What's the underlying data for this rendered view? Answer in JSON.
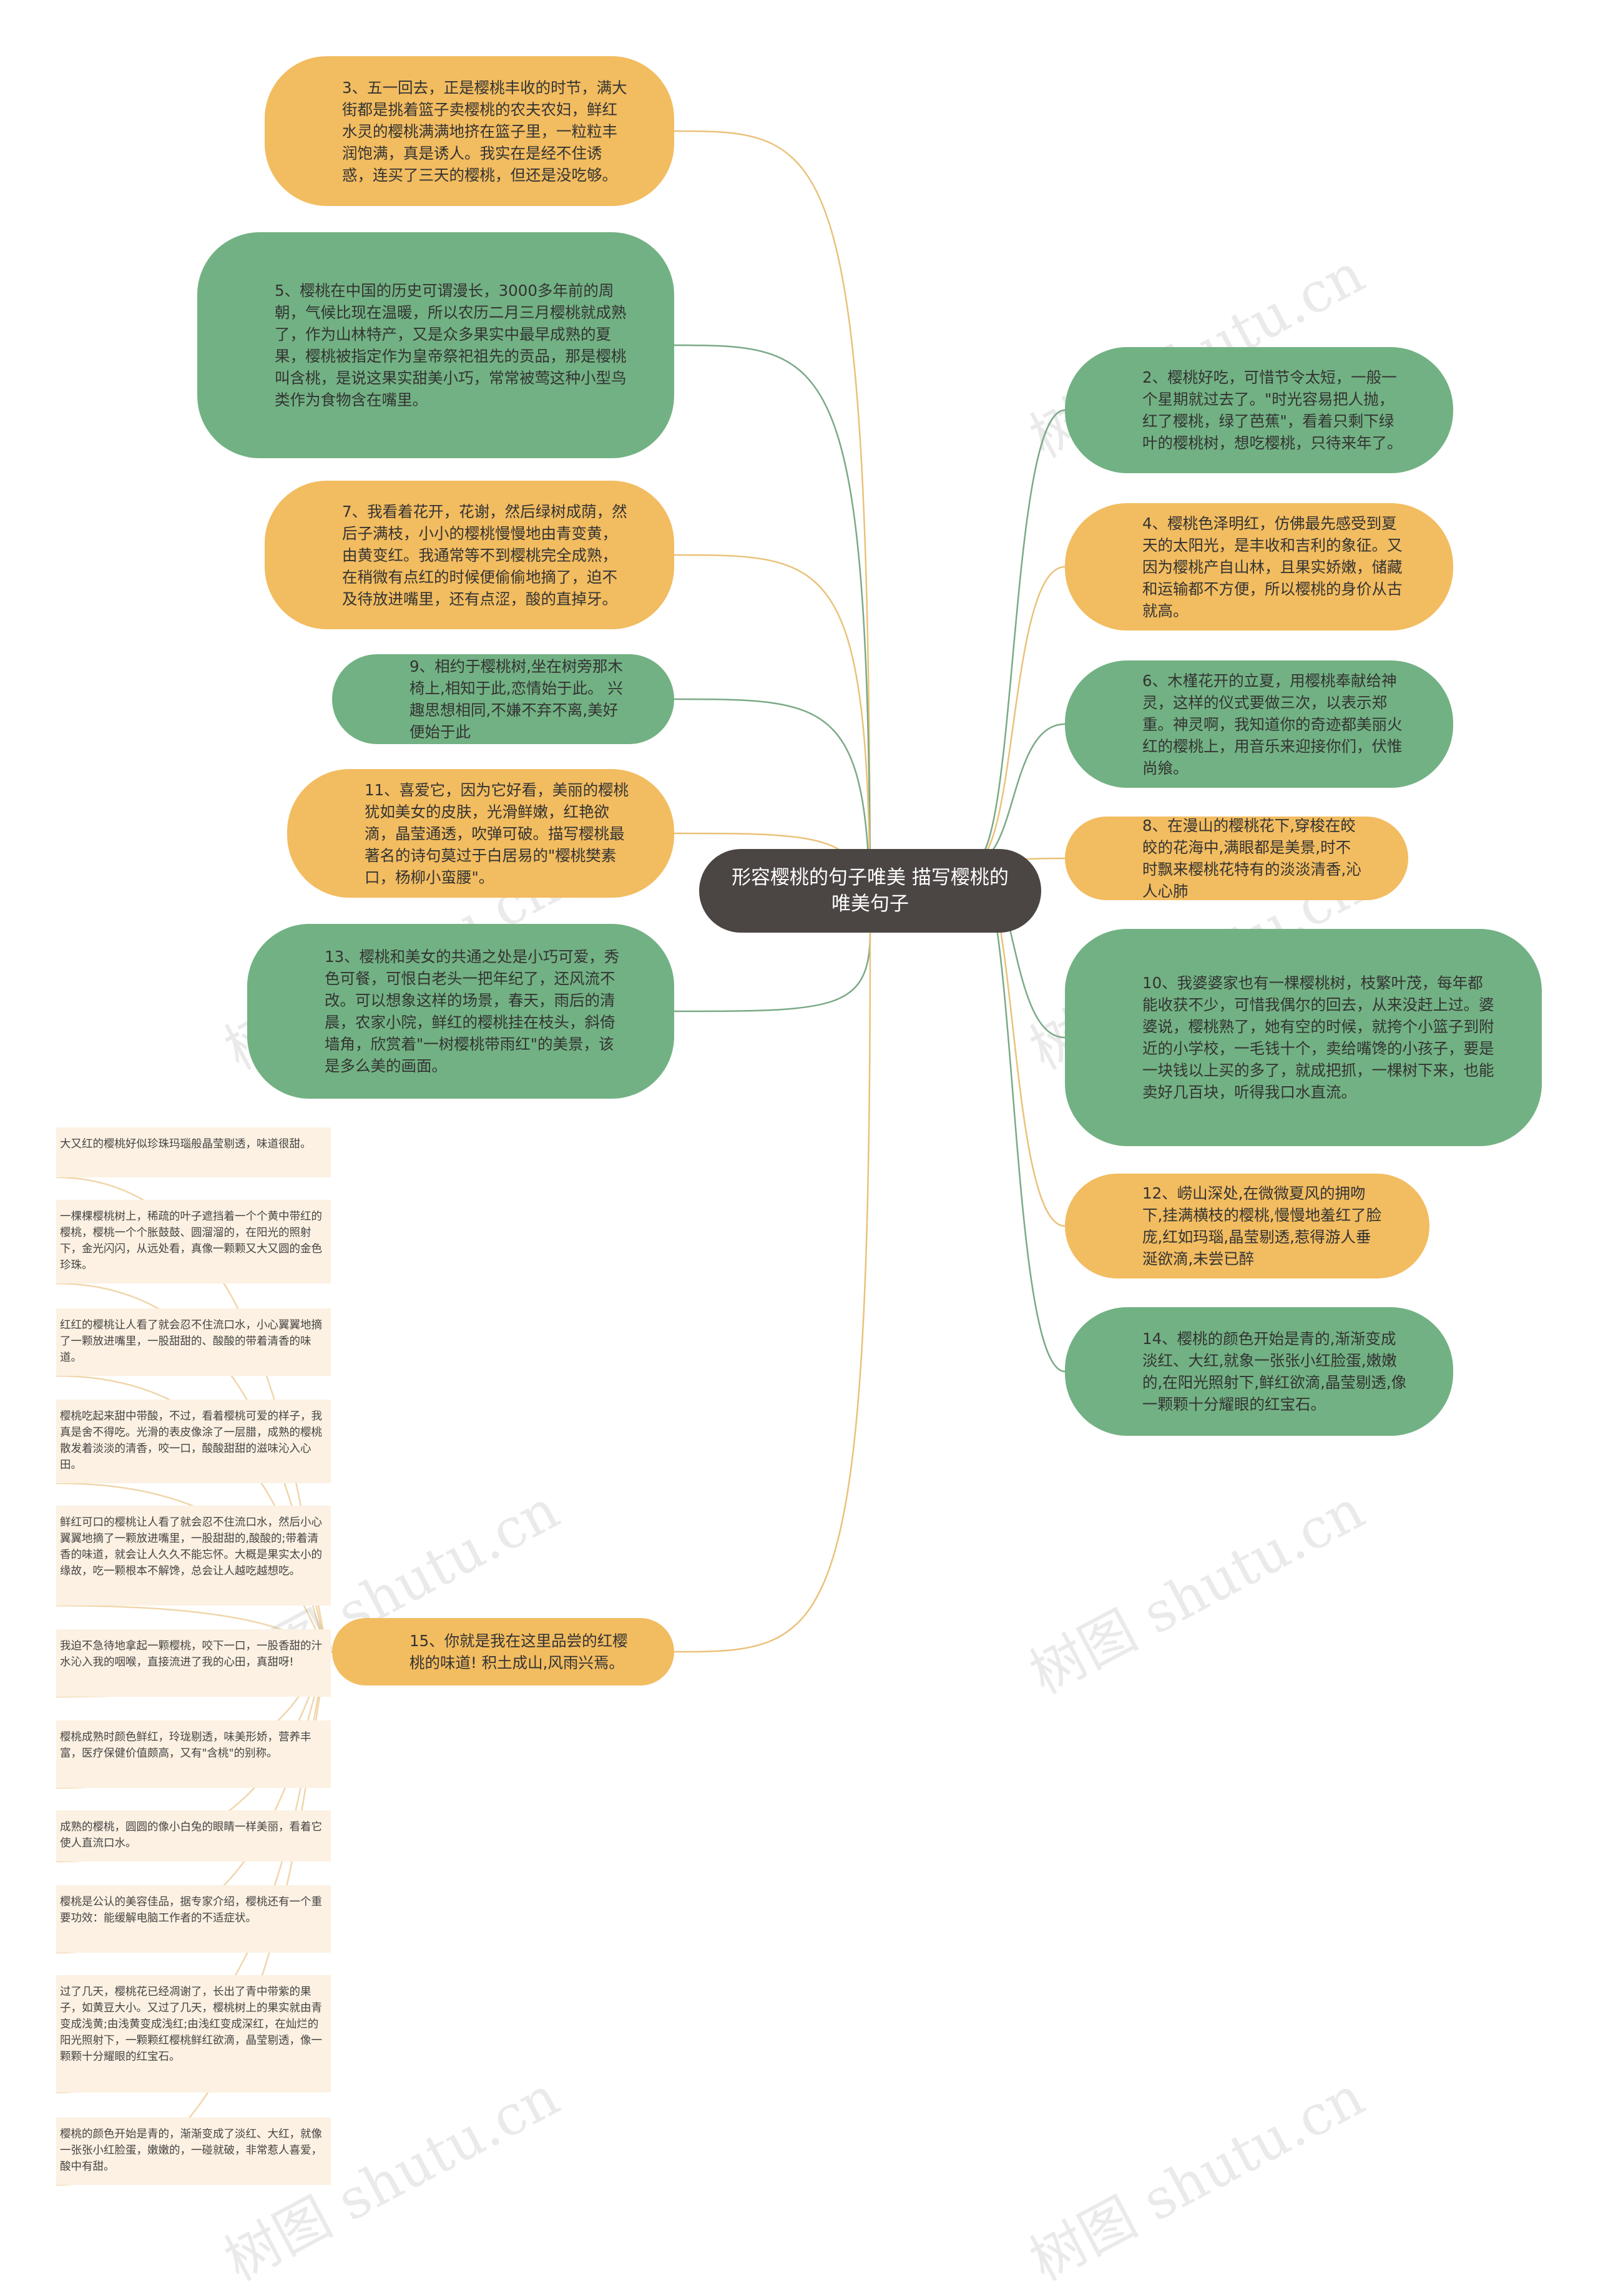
{
  "center": {
    "title": "形容樱桃的句子唯美  描写樱桃的唯美句子"
  },
  "left_nodes": [
    {
      "id": "n3",
      "text": "3、五一回去，正是樱桃丰收的时节，满大街都是挑着篮子卖樱桃的农夫农妇，鲜红水灵的樱桃满满地挤在篮子里，一粒粒丰润饱满，真是诱人。我实在是经不住诱惑，连买了三天的樱桃，但还是没吃够。",
      "color": "orange"
    },
    {
      "id": "n5",
      "text": "5、樱桃在中国的历史可谓漫长，3000多年前的周朝，气候比现在温暖，所以农历二月三月樱桃就成熟了，作为山林特产，又是众多果实中最早成熟的夏果，樱桃被指定作为皇帝祭祀祖先的贡品，那是樱桃叫含桃，是说这果实甜美小巧，常常被莺这种小型鸟类作为食物含在嘴里。",
      "color": "green"
    },
    {
      "id": "n7",
      "text": "7、我看着花开，花谢，然后绿树成荫，然后子满枝，小小的樱桃慢慢地由青变黄，由黄变红。我通常等不到樱桃完全成熟，在稍微有点红的时候便偷偷地摘了，迫不及待放进嘴里，还有点涩，酸的直掉牙。",
      "color": "orange"
    },
    {
      "id": "n9",
      "text": "9、相约于樱桃树,坐在树旁那木椅上,相知于此,恋情始于此。 兴趣思想相同,不嫌不弃不离,美好便始于此",
      "color": "green"
    },
    {
      "id": "n11",
      "text": "11、喜爱它，因为它好看，美丽的樱桃犹如美女的皮肤，光滑鲜嫩，红艳欲滴，晶莹通透，吹弹可破。描写樱桃最著名的诗句莫过于白居易的\"樱桃樊素口，杨柳小蛮腰\"。",
      "color": "orange"
    },
    {
      "id": "n13",
      "text": "13、樱桃和美女的共通之处是小巧可爱，秀色可餐，可恨白老头一把年纪了，还风流不改。可以想象这样的场景，春天，雨后的清晨，农家小院，鲜红的樱桃挂在枝头，斜倚墙角，欣赏着\"一树樱桃带雨红\"的美景，该是多么美的画面。",
      "color": "green"
    },
    {
      "id": "n15",
      "text": "15、你就是我在这里品尝的红樱桃的味道! 积土成山,风雨兴焉。",
      "color": "orange"
    }
  ],
  "right_nodes": [
    {
      "id": "n2",
      "text": "2、樱桃好吃，可惜节令太短，一般一个星期就过去了。\"时光容易把人抛，红了樱桃，绿了芭蕉\"，看着只剩下绿叶的樱桃树，想吃樱桃，只待来年了。",
      "color": "green"
    },
    {
      "id": "n4",
      "text": "4、樱桃色泽明红，仿佛最先感受到夏天的太阳光，是丰收和吉利的象征。又因为樱桃产自山林，且果实娇嫩，储藏和运输都不方便，所以樱桃的身价从古就高。",
      "color": "orange"
    },
    {
      "id": "n6",
      "text": "6、木槿花开的立夏，用樱桃奉献给神灵，这样的仪式要做三次，以表示郑重。神灵啊，我知道你的奇迹都美丽火红的樱桃上，用音乐来迎接你们，伏惟尚飨。",
      "color": "green"
    },
    {
      "id": "n8",
      "text": "8、在漫山的樱桃花下,穿梭在皎皎的花海中,满眼都是美景,时不时飘来樱桃花特有的淡淡清香,沁人心肺",
      "color": "orange"
    },
    {
      "id": "n10",
      "text": "10、我婆婆家也有一棵樱桃树，枝繁叶茂，每年都能收获不少，可惜我偶尔的回去，从来没赶上过。婆婆说，樱桃熟了，她有空的时候，就挎个小篮子到附近的小学校，一毛钱十个，卖给嘴馋的小孩子，要是一块钱以上买的多了，就成把抓，一棵树下来，也能卖好几百块，听得我口水直流。",
      "color": "green"
    },
    {
      "id": "n12",
      "text": "12、崂山深处,在微微夏风的拥吻下,挂满横枝的樱桃,慢慢地羞红了脸庞,红如玛瑙,晶莹剔透,惹得游人垂涎欲滴,未尝已醉",
      "color": "orange"
    },
    {
      "id": "n14",
      "text": "14、樱桃的颜色开始是青的,渐渐变成淡红、大红,就象一张张小红脸蛋,嫩嫩的,在阳光照射下,鲜红欲滴,晶莹剔透,像一颗颗十分耀眼的红宝石。",
      "color": "green"
    }
  ],
  "leaves": [
    "大又红的樱桃好似珍珠玛瑙般晶莹剔透，味道很甜。",
    "一棵棵樱桃树上，稀疏的叶子遮挡着一个个黄中带红的樱桃，樱桃一个个胀鼓鼓、圆溜溜的，在阳光的照射下，金光闪闪，从远处看，真像一颗颗又大又圆的金色珍珠。",
    "红红的樱桃让人看了就会忍不住流口水，小心翼翼地摘了一颗放进嘴里，一股甜甜的、酸酸的带着清香的味道。",
    "樱桃吃起来甜中带酸，不过，看着樱桃可爱的样子，我真是舍不得吃。光滑的表皮像涂了一层腊，成熟的樱桃散发着淡淡的清香，咬一口，酸酸甜甜的滋味沁入心田。",
    "鲜红可口的樱桃让人看了就会忍不住流口水，然后小心翼翼地摘了一颗放进嘴里，一股甜甜的,酸酸的;带着清香的味道，就会让人久久不能忘怀。大概是果实太小的缘故，吃一颗根本不解馋，总会让人越吃越想吃。",
    "我迫不急待地拿起一颗樱桃，咬下一口，一股香甜的汁水沁入我的咽喉，直接流进了我的心田，真甜呀!",
    "樱桃成熟时颜色鲜红，玲珑剔透，味美形娇，营养丰富，医疗保健价值颇高，又有\"含桃\"的别称。",
    "成熟的樱桃，圆圆的像小白兔的眼睛一样美丽，看着它使人直流口水。",
    "樱桃是公认的美容佳品，据专家介绍，樱桃还有一个重要功效：能缓解电脑工作者的不适症状。",
    "过了几天，樱桃花已经凋谢了，长出了青中带紫的果子，如黄豆大小。又过了几天，樱桃树上的果实就由青变成浅黄;由浅黄变成浅红;由浅红变成深红，在灿烂的阳光照射下，一颗颗红樱桃鲜红欲滴，晶莹剔透，像一颗颗十分耀眼的红宝石。",
    "樱桃的颜色开始是青的，渐渐变成了淡红、大红，就像一张张小红脸蛋，嫩嫩的，一碰就破，非常惹人喜爱，酸中有甜。"
  ],
  "watermark": "树图 shutu.cn",
  "colors": {
    "orange": "#f2bc60",
    "green": "#72b183",
    "center": "#4b4543",
    "leaf": "#fcf1e2",
    "line_orange": "#e9c27a",
    "line_green": "#7aa987",
    "line_leaf": "#f0d6aa"
  }
}
